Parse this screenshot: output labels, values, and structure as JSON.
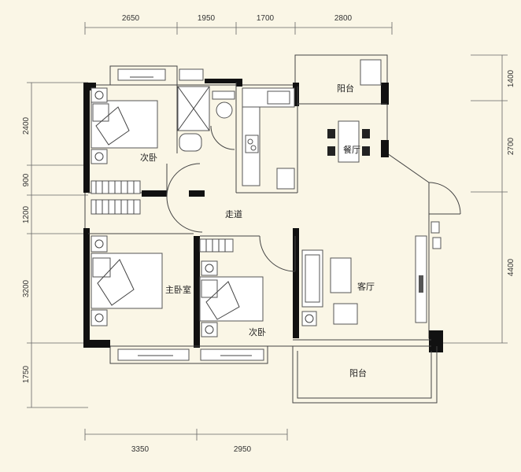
{
  "dimensions": {
    "top": [
      "2650",
      "1950",
      "1700",
      "2800"
    ],
    "bottom": [
      "3350",
      "2950"
    ],
    "left": [
      "2400",
      "900",
      "1200",
      "3200",
      "1750"
    ],
    "right": [
      "1400",
      "2700",
      "4400"
    ]
  },
  "rooms": {
    "balcony_top": "阳台",
    "dining": "餐厅",
    "second_bedroom_1": "次卧",
    "corridor": "走道",
    "master_bedroom": "主卧室",
    "living": "客厅",
    "second_bedroom_2": "次卧",
    "balcony_bottom": "阳台"
  },
  "colors": {
    "background": "#faf6e6",
    "wall": "#111111",
    "line": "#444444"
  }
}
